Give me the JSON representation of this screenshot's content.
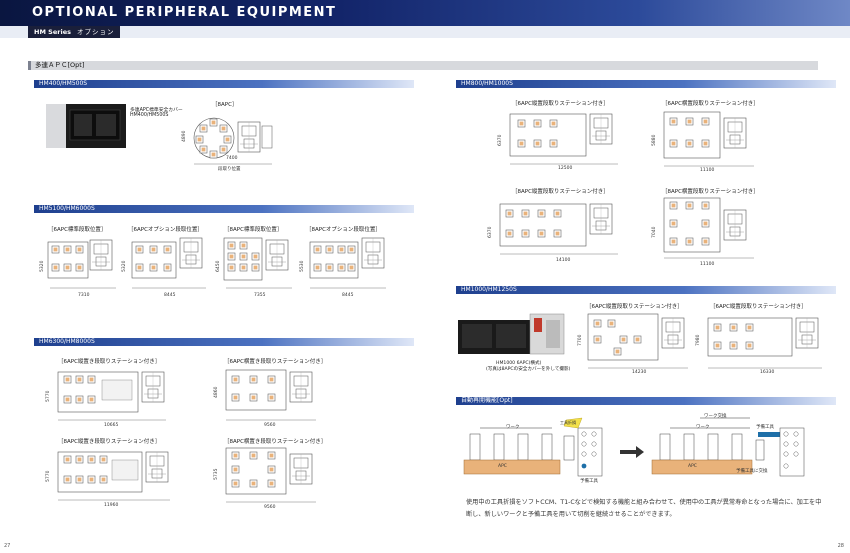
{
  "header": {
    "title": "OPTIONAL PERIPHERAL EQUIPMENT",
    "series": "HM Series",
    "subtitle": "オプション"
  },
  "multi_apc": {
    "label": "多連ＡＰＣ[Opt]"
  },
  "sections": {
    "hm400": "HM400/HM500S",
    "hm5100": "HM5100/HM6000S",
    "hm6300": "HM6300/HM8000S",
    "hm800": "HM800/HM1000S",
    "hm1000": "HM1000/HM1250S",
    "auto": "自動再開機能[Opt]"
  },
  "hm400": {
    "photo_caption_1": "多連APC標準安全カバー",
    "photo_caption_2": "HM400/HM500S",
    "diagram_label": "［8APC］",
    "dim_v": "4890",
    "dim_h": "7400",
    "note": "段取り位置"
  },
  "hm5100": [
    {
      "label": "［6APC標準段取位置］",
      "dim_v": "5320",
      "dim_h": "7310"
    },
    {
      "label": "［6APCオプション段取位置］",
      "dim_v": "5320",
      "dim_h": "8445"
    },
    {
      "label": "［8APC標準段取位置］",
      "dim_v": "6450",
      "dim_h": "7355"
    },
    {
      "label": "［8APCオプション段取位置］",
      "dim_v": "5530",
      "dim_h": "8445"
    }
  ],
  "hm6300": [
    {
      "label": "［6APC縦置き段取りステーション付き］",
      "dim_v": "5770",
      "dim_h": "10665"
    },
    {
      "label": "［6APC横置き段取りステーション付き］",
      "dim_v": "4860",
      "dim_h": "9560"
    },
    {
      "label": "［8APC縦置き段取りステーション付き］",
      "dim_v": "5770",
      "dim_h": "11960"
    },
    {
      "label": "［8APC横置き段取りステーション付き］",
      "dim_v": "5735",
      "dim_h": "9560"
    }
  ],
  "hm800": [
    {
      "label": "［6APC縦置段取りステーション付き］",
      "dim_v": "6370",
      "dim_h": "12500"
    },
    {
      "label": "［6APC横置段取りステーション付き］",
      "dim_v": "5880",
      "dim_h": "11100"
    },
    {
      "label": "［8APC縦置段取りステーション付き］",
      "dim_v": "6370",
      "dim_h": "14100"
    },
    {
      "label": "［8APC横置段取りステーション付き］",
      "dim_v": "7040",
      "dim_h": "11100"
    }
  ],
  "hm1000": {
    "photo_caption_1": "HM1000 6APC(横式)",
    "photo_caption_2": "(写真は8APCの安全カバーを外して撮影)",
    "diagrams": [
      {
        "label": "［6APC縦置段取りステーション付き］",
        "dim_v": "7700",
        "dim_h": "14230"
      },
      {
        "label": "［6APC縦置段取りステーション付き］",
        "dim_v": "7980",
        "dim_h": "16330"
      }
    ]
  },
  "auto_restart": {
    "work": "ワーク",
    "tool_break": "工具折損",
    "spare_tool": "予備工具",
    "apc": "APC",
    "work_change": "ワーク交換",
    "spare_change": "予備工具に交換",
    "description": "使用中の工具折損をソフトCCM、T1-Cなどで検知する機能と組み合わせて、使用中の工具が異常寿命となった場合に、加工を中断し、新しいワークと予備工具を用いて切削を継続させることができます。"
  },
  "pages": {
    "left": "27",
    "right": "28"
  },
  "colors": {
    "header_dark": "#0a1640",
    "section_blue": "#1e3f8e",
    "pallet": "#e9b27a"
  }
}
